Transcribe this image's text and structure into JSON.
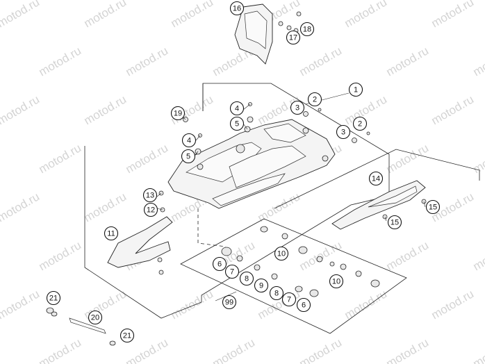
{
  "watermark": "motod.ru",
  "callouts": [
    {
      "name": "callout-1",
      "label": "1"
    },
    {
      "name": "callout-2a",
      "label": "2"
    },
    {
      "name": "callout-2b",
      "label": "2"
    },
    {
      "name": "callout-3a",
      "label": "3"
    },
    {
      "name": "callout-3b",
      "label": "3"
    },
    {
      "name": "callout-4a",
      "label": "4"
    },
    {
      "name": "callout-4b",
      "label": "4"
    },
    {
      "name": "callout-5a",
      "label": "5"
    },
    {
      "name": "callout-5b",
      "label": "5"
    },
    {
      "name": "callout-6a",
      "label": "6"
    },
    {
      "name": "callout-6b",
      "label": "6"
    },
    {
      "name": "callout-7a",
      "label": "7"
    },
    {
      "name": "callout-7b",
      "label": "7"
    },
    {
      "name": "callout-8a",
      "label": "8"
    },
    {
      "name": "callout-8b",
      "label": "8"
    },
    {
      "name": "callout-9",
      "label": "9"
    },
    {
      "name": "callout-10a",
      "label": "10"
    },
    {
      "name": "callout-10b",
      "label": "10"
    },
    {
      "name": "callout-11",
      "label": "11"
    },
    {
      "name": "callout-12",
      "label": "12"
    },
    {
      "name": "callout-13",
      "label": "13"
    },
    {
      "name": "callout-14",
      "label": "14"
    },
    {
      "name": "callout-15a",
      "label": "15"
    },
    {
      "name": "callout-15b",
      "label": "15"
    },
    {
      "name": "callout-16",
      "label": "16"
    },
    {
      "name": "callout-17",
      "label": "17"
    },
    {
      "name": "callout-18",
      "label": "18"
    },
    {
      "name": "callout-19",
      "label": "19"
    },
    {
      "name": "callout-20",
      "label": "20"
    },
    {
      "name": "callout-21a",
      "label": "21"
    },
    {
      "name": "callout-21b",
      "label": "21"
    },
    {
      "name": "callout-99",
      "label": "99"
    }
  ]
}
